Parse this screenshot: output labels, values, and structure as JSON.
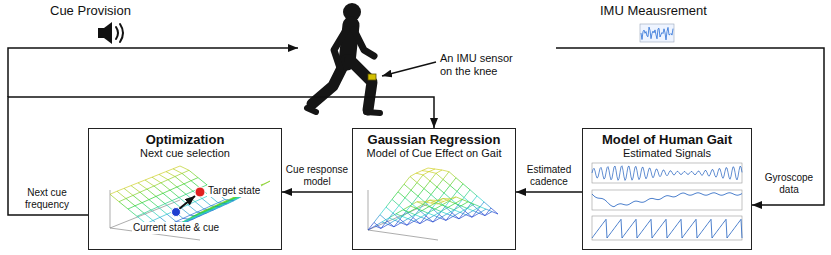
{
  "diagram": {
    "nodes": [
      {
        "text": [
          "Optimization",
          "Next cue selection"
        ]
      },
      {
        "text": [
          "Gaussian Regression",
          "Model of Cue Effect on Gait"
        ]
      },
      {
        "text": [
          "Model of Human Gait",
          "Estimated Signals"
        ]
      }
    ],
    "edges": [
      {
        "from": 2,
        "to": 1,
        "arrow": "to",
        "label": "Estimated cadence"
      },
      {
        "from": 1,
        "to": 0,
        "arrow": "to",
        "label": "Cue response model"
      },
      {
        "from": 0,
        "to": 1,
        "arrow": "to",
        "label": "Next cue frequency"
      }
    ],
    "labels": [
      "Cue Provision",
      "IMU Meausrement",
      "An IMU sensor on the knee",
      "Gyroscope data",
      "Target state",
      "Current state & cue"
    ]
  }
}
